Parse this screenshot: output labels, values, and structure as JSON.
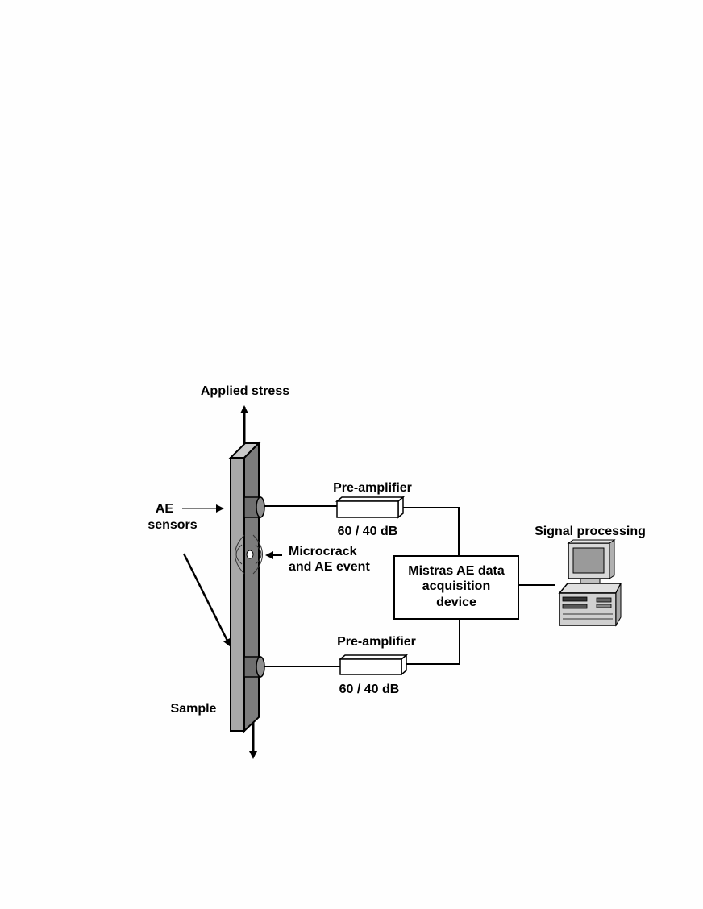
{
  "labels": {
    "applied_stress": "Applied stress",
    "ae": "AE",
    "sensors": "sensors",
    "microcrack_line1": "Microcrack",
    "microcrack_line2": "and AE event",
    "sample": "Sample",
    "preamp_top": "Pre-amplifier",
    "preamp_top_gain": "60 / 40 dB",
    "preamp_bottom": "Pre-amplifier",
    "preamp_bottom_gain": "60 / 40 dB",
    "daq_line1": "Mistras AE data",
    "daq_line2": "acquisition",
    "daq_line3": "device",
    "signal_processing": "Signal processing"
  },
  "colors": {
    "sample_front": "#a8a8a8",
    "sample_side": "#7c7c7c",
    "sensor": "#6e6e6e",
    "line": "#000000"
  }
}
